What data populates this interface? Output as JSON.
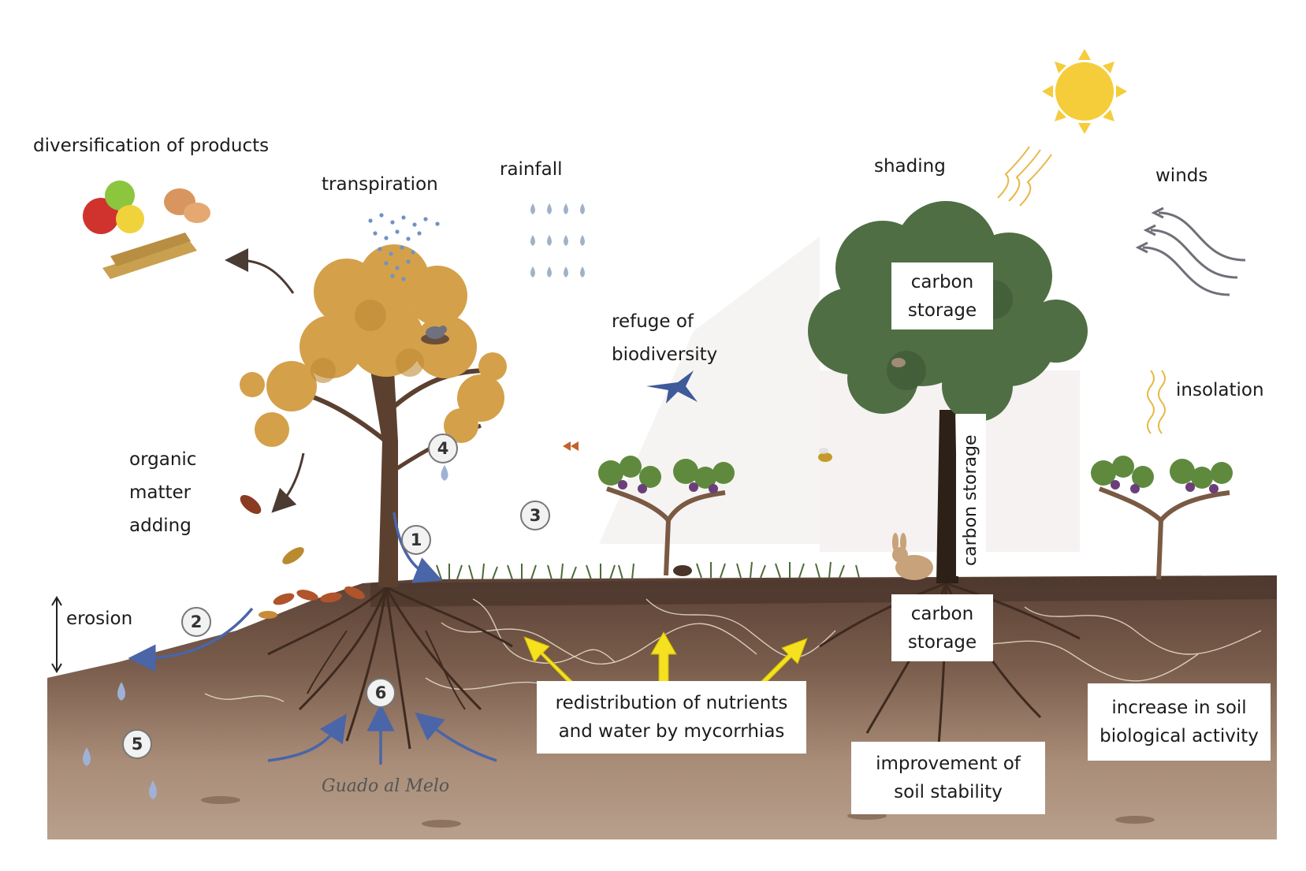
{
  "labels": {
    "diversification": "diversification of products",
    "transpiration": "transpiration",
    "rainfall": "rainfall",
    "shading": "shading",
    "winds": "winds",
    "refuge_line1": "refuge of",
    "refuge_line2": "biodiversity",
    "insolation": "insolation",
    "organic_line1": "organic",
    "organic_line2": "matter",
    "organic_line3": "adding",
    "erosion": "erosion"
  },
  "boxes": {
    "carbon_top": [
      "carbon",
      "storage"
    ],
    "carbon_vertical": "carbon storage",
    "carbon_roots": [
      "carbon",
      "storage"
    ],
    "mycorrhias": [
      "redistribution of nutrients",
      "and water by mycorrhias"
    ],
    "soil_stability": [
      "improvement of",
      "soil stability"
    ],
    "soil_activity": [
      "increase in soil",
      "biological activity"
    ]
  },
  "markers": [
    "1",
    "2",
    "3",
    "4",
    "5",
    "6"
  ],
  "signature": "Guado al Melo",
  "icons": [
    "sun-icon",
    "apples-icon",
    "potatoes-icon",
    "planks-icon",
    "bird-icon",
    "butterfly-icon",
    "bee-icon",
    "rabbit-icon",
    "water-drop-icon",
    "wind-icon",
    "grapevine-icon"
  ],
  "colors": {
    "soil_top": "#5a4135",
    "soil_mid": "#7a5d4c",
    "soil_low": "#a88c77",
    "autumn_foliage": "#d4a04a",
    "green_foliage": "#4f6e44",
    "trunk": "#5b4030",
    "arrow_blue": "#4a65a8",
    "arrow_yellow": "#f5e11f",
    "sun": "#f5cc3a"
  }
}
